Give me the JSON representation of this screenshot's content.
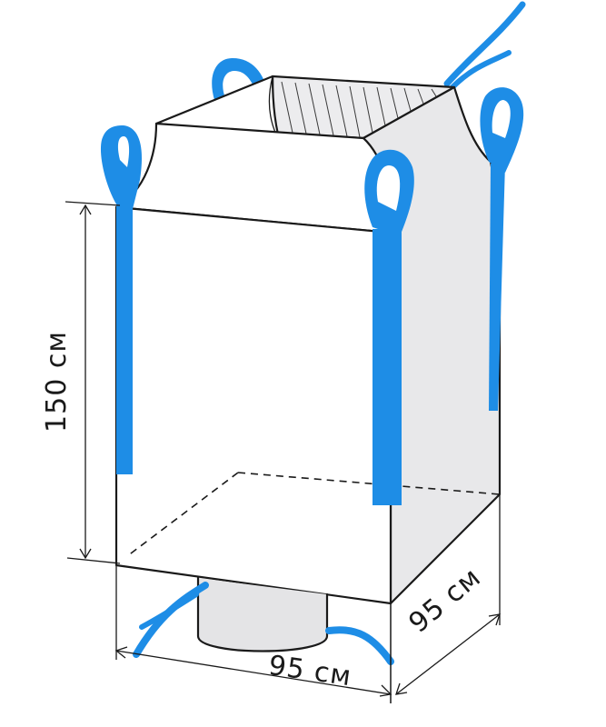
{
  "dimensions": {
    "height": "150 см",
    "width": "95 см",
    "depth": "95 см"
  },
  "colors": {
    "strap": "#1e8de6",
    "side_panel": "#e8e8ea",
    "front_panel": "#ffffff",
    "outline": "#1a1a1a"
  }
}
